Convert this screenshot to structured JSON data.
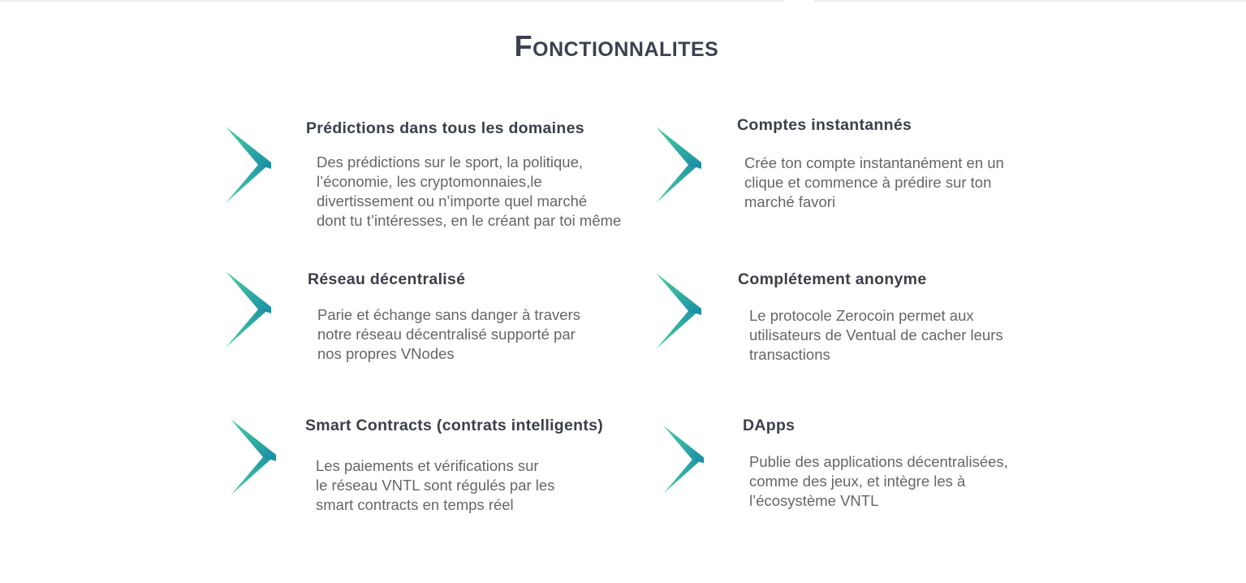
{
  "page": {
    "title": "Fonctionnalites"
  },
  "colors": {
    "title": "#3b4150",
    "feature_title": "#3a3f4b",
    "feature_text": "#666666",
    "chevron_light": "#4fd1a0",
    "chevron_dark": "#1a8fa6"
  },
  "icons": {
    "feature_marker": "chevron-right-icon"
  },
  "features": [
    {
      "title": "Prédictions dans tous les domaines",
      "lines": [
        "Des prédictions sur le sport, la politique,",
        "l’économie, les cryptomonnaies,le",
        "divertissement ou n’importe quel marché",
        "dont tu t’intéresses, en le créant par toi même"
      ]
    },
    {
      "title": "Comptes instantannés",
      "lines": [
        "Crée ton compte instantanément en un",
        "clique et commence à prédire sur ton",
        "marché favori"
      ]
    },
    {
      "title": "Réseau décentralisé",
      "lines": [
        "Parie et échange sans danger à travers",
        "notre réseau décentralisé supporté par",
        "nos propres VNodes"
      ]
    },
    {
      "title": "Complétement anonyme",
      "lines": [
        "Le protocole Zerocoin permet aux",
        "utilisateurs de Ventual de cacher leurs",
        "transactions"
      ]
    },
    {
      "title": "Smart Contracts (contrats intelligents)",
      "lines": [
        "Les paiements et vérifications sur",
        "le réseau VNTL sont régulés par les",
        "smart contracts en temps réel"
      ]
    },
    {
      "title": "DApps",
      "lines": [
        "Publie des applications décentralisées,",
        "comme des jeux, et intègre les à",
        "l’écosystème VNTL"
      ]
    }
  ]
}
